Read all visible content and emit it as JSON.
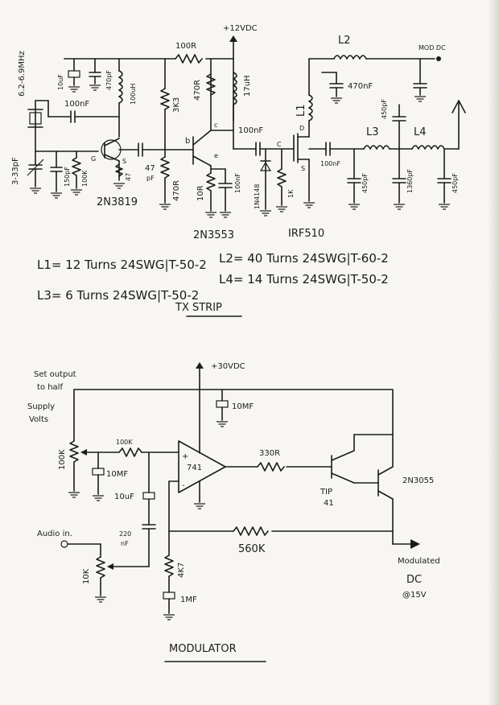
{
  "tx": {
    "supply": "+12VDC",
    "mod_dc": "MOD DC",
    "crystal_freq": "6.2-6.9MHz",
    "trimmer": "3-33pF",
    "c_xtal_bypass": "10uF",
    "c_470pf_top": "470pF",
    "rfc_100uh": "100uH",
    "c_100nf_fb": "100nF",
    "c_150pf": "150pF",
    "r_100k": "100K",
    "r_47": "47",
    "s_mark": "S",
    "g_mark": "G",
    "q1": "2N3819",
    "r_100r": "100R",
    "c_47pf_1": "47",
    "c_47pf_2": "pF",
    "r_3k3": "3K3",
    "r_470r_low": "470R",
    "r_470r_c": "470R",
    "rfc_17uh": "17uH",
    "b_mark": "b",
    "c_mark": "c",
    "e_mark": "e",
    "r_10r": "10R",
    "c_100nf_e": "100nF",
    "q2": "2N3553",
    "c_100nf_coupling": "100nF",
    "diode": "1N4148",
    "r_1k": "1K",
    "c_mark2": "C",
    "q3": "IRF510",
    "d_mark": "D",
    "l1": "L1",
    "l2": "L2",
    "c_470nf": "470nF",
    "c_100nf_out": "100nF",
    "c_450pf_1": "450pF",
    "c_450pf_2": "450pF",
    "c_1360pf": "1360pF",
    "c_450pf_3": "450pF",
    "l3": "L3",
    "l4": "L4",
    "coil_l1": "L1= 12 Turns 24SWG|T-50-2",
    "coil_l2": "L2= 40 Turns 24SWG|T-60-2",
    "coil_l3": "L3= 6 Turns 24SWG|T-50-2",
    "coil_l4": "L4= 14 Turns 24SWG|T-50-2",
    "title": "TX STRIP"
  },
  "mod": {
    "note1": "Set output",
    "note2": "to half",
    "note3": "Supply",
    "note4": "Volts",
    "supply": "+30VDC",
    "c_10mf_top": "10MF",
    "pot_100k": "100K",
    "r_100k": "100K",
    "c_10mf_left": "10MF",
    "c_10uf": "10uF",
    "plus": "+",
    "minus": "-",
    "opamp": "741",
    "r_330r": "330R",
    "q_tip41": "TIP",
    "q_tip41b": "41",
    "q_2n3055": "2N3055",
    "audio": "Audio in.",
    "c_220nf_1": "220",
    "c_220nf_2": "nF",
    "pot_10k": "10K",
    "r_4k7": "4K7",
    "c_1mf": "1MF",
    "r_560k": "560K",
    "out1": "Modulated",
    "out2": "DC",
    "out3": "@15V",
    "title": "MODULATOR"
  }
}
